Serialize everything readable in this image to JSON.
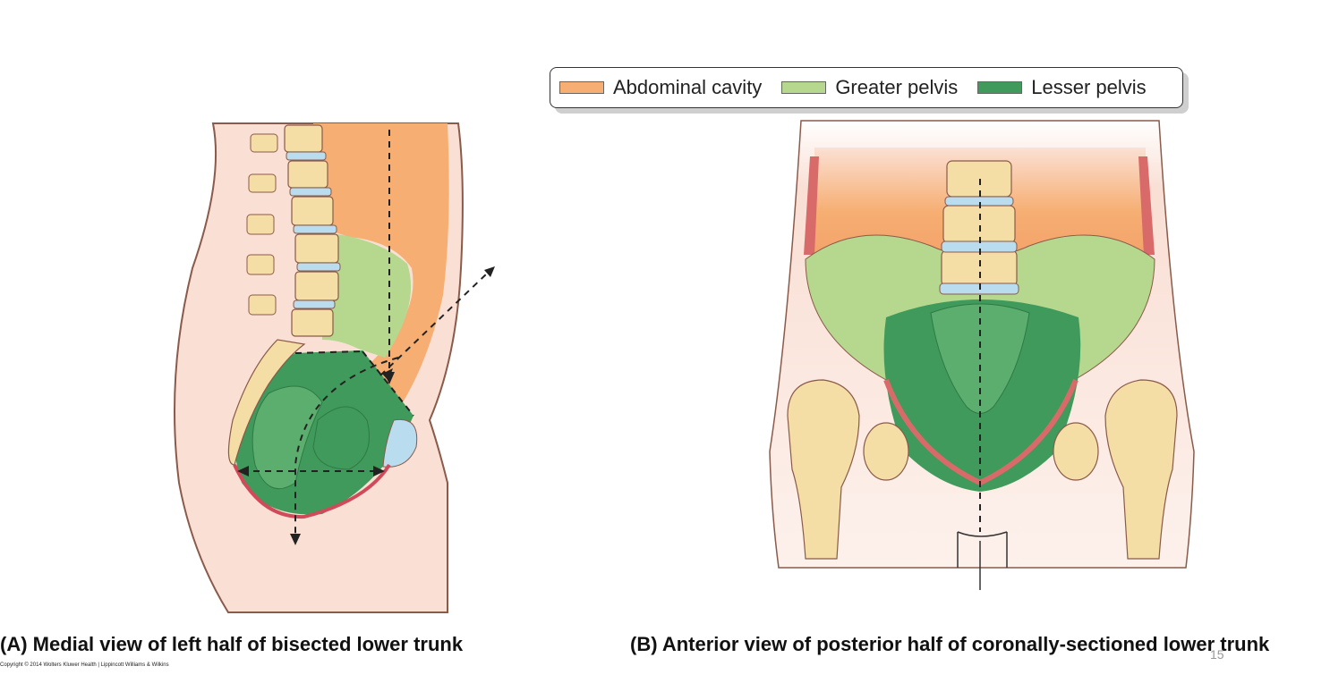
{
  "legend": {
    "items": [
      {
        "label": "Abdominal cavity",
        "color": "#f6ae72"
      },
      {
        "label": "Greater pelvis",
        "color": "#b5d88e"
      },
      {
        "label": "Lesser pelvis",
        "color": "#3f9a5b"
      }
    ]
  },
  "captions": {
    "a": "(A)  Medial view of left half of bisected lower trunk",
    "b": "(B)  Anterior view of posterior half of coronally-sectioned lower trunk"
  },
  "copyright": "Copyright © 2014 Wolters Kluwer Health | Lippincott Williams & Wilkins",
  "page_number": "15",
  "colors": {
    "skin": "#f9dfd4",
    "outline": "#8a5a4a",
    "bone": "#f5dea6",
    "disc": "#b9dcef",
    "muscle": "#d86a6a",
    "abdominal": "#f6ae72",
    "greater_pelvis": "#b5d88e",
    "lesser_pelvis": "#3f9a5b"
  }
}
